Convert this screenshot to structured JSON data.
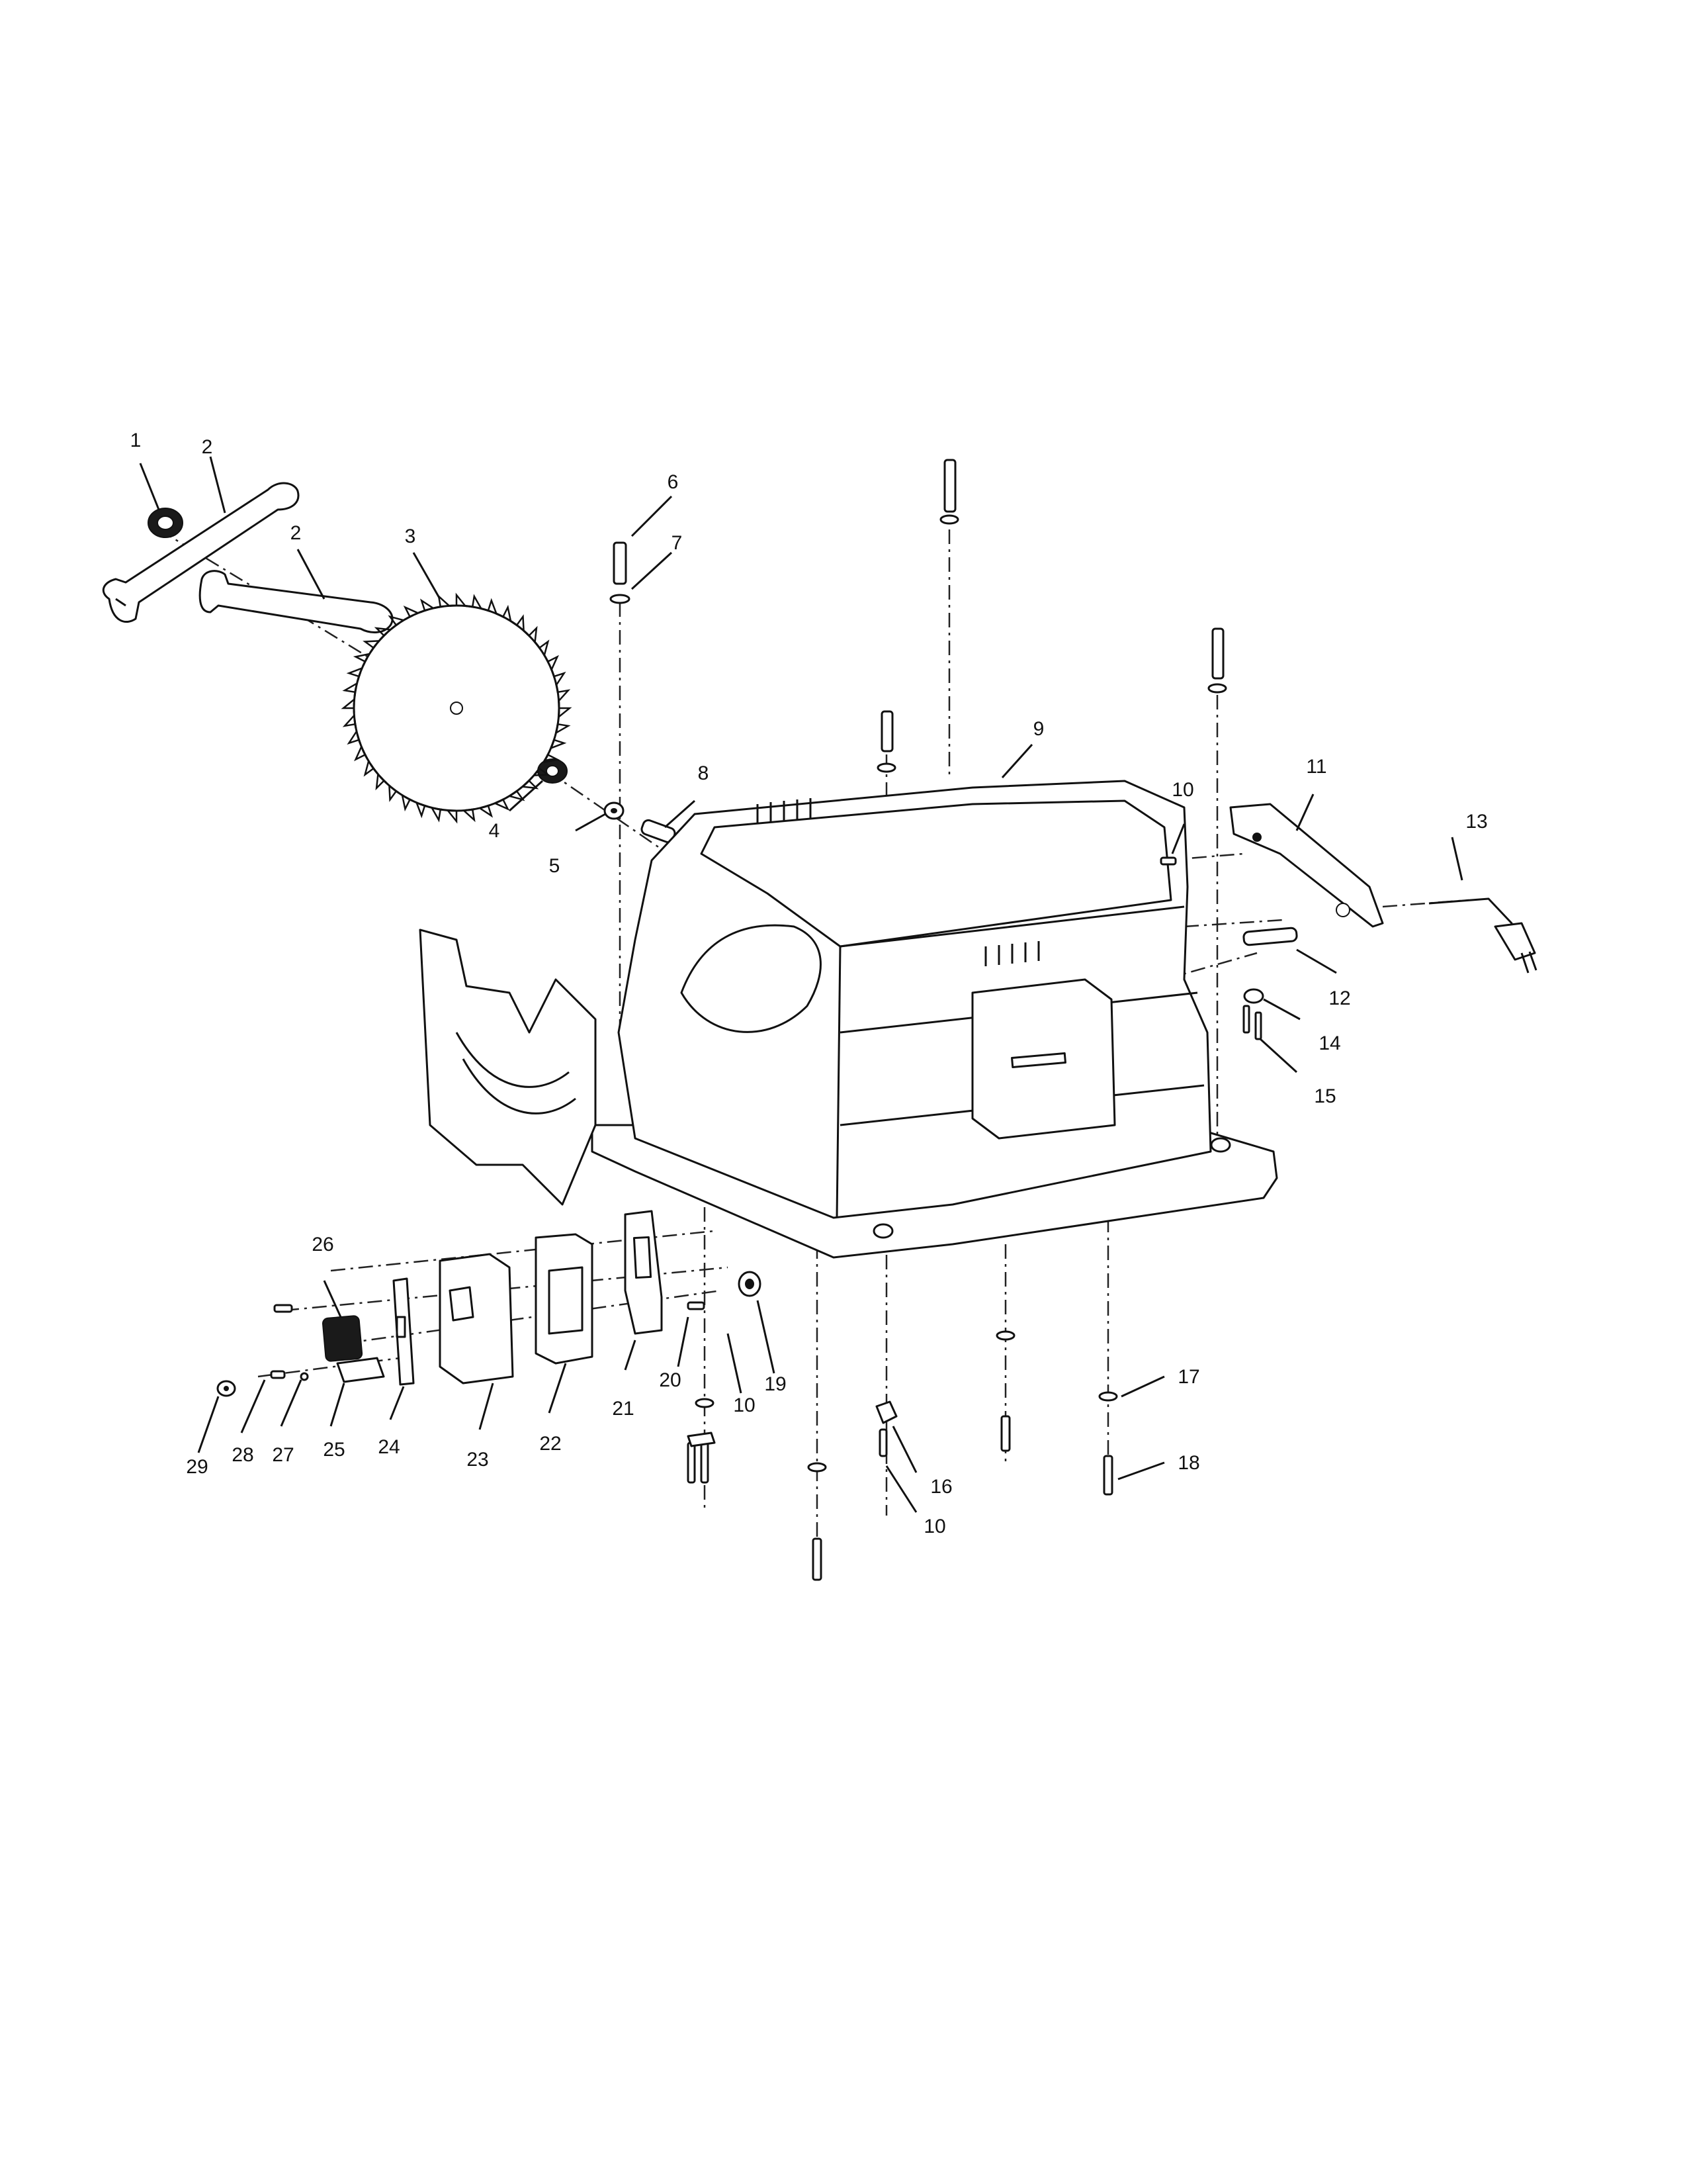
{
  "callouts": [
    {
      "id": "c1",
      "text": "1"
    },
    {
      "id": "c2a",
      "text": "2"
    },
    {
      "id": "c2b",
      "text": "2"
    },
    {
      "id": "c3",
      "text": "3"
    },
    {
      "id": "c4",
      "text": "4"
    },
    {
      "id": "c5",
      "text": "5"
    },
    {
      "id": "c6",
      "text": "6"
    },
    {
      "id": "c7",
      "text": "7"
    },
    {
      "id": "c8",
      "text": "8"
    },
    {
      "id": "c9",
      "text": "9"
    },
    {
      "id": "c10a",
      "text": "10"
    },
    {
      "id": "c11",
      "text": "11"
    },
    {
      "id": "c12",
      "text": "12"
    },
    {
      "id": "c13",
      "text": "13"
    },
    {
      "id": "c14",
      "text": "14"
    },
    {
      "id": "c15",
      "text": "15"
    },
    {
      "id": "c16",
      "text": "16"
    },
    {
      "id": "c10b",
      "text": "10"
    },
    {
      "id": "c17",
      "text": "17"
    },
    {
      "id": "c18",
      "text": "18"
    },
    {
      "id": "c19",
      "text": "19"
    },
    {
      "id": "c10c",
      "text": "10"
    },
    {
      "id": "c20",
      "text": "20"
    },
    {
      "id": "c21",
      "text": "21"
    },
    {
      "id": "c22",
      "text": "22"
    },
    {
      "id": "c23",
      "text": "23"
    },
    {
      "id": "c24",
      "text": "24"
    },
    {
      "id": "c25",
      "text": "25"
    },
    {
      "id": "c26",
      "text": "26"
    },
    {
      "id": "c27",
      "text": "27"
    },
    {
      "id": "c28",
      "text": "28"
    },
    {
      "id": "c29",
      "text": "29"
    }
  ]
}
